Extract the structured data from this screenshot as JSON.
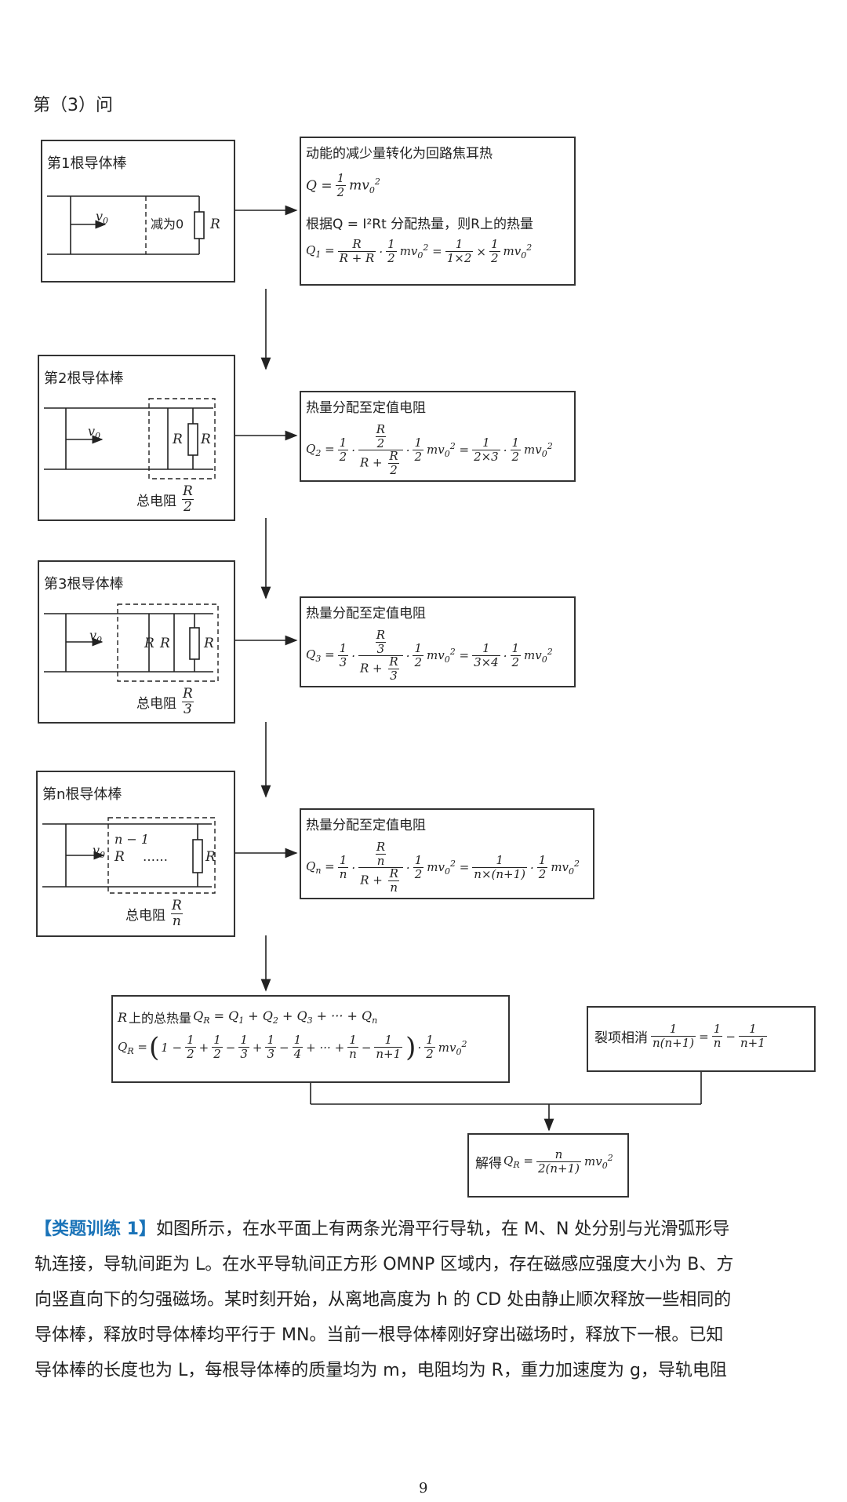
{
  "section_title": "第（3）问",
  "rods": [
    {
      "title": "第1根导体棒",
      "v_label": "v",
      "v_sub": "0",
      "zero_label": "减为0",
      "r_label": "R"
    },
    {
      "title": "第2根导体棒",
      "v_label": "v",
      "v_sub": "0",
      "r_label": "R",
      "total_res_label": "总电阻",
      "frac_num": "R",
      "frac_den": "2"
    },
    {
      "title": "第3根导体棒",
      "v_label": "v",
      "v_sub": "0",
      "r_label": "R",
      "total_res_label": "总电阻",
      "frac_num": "R",
      "frac_den": "3"
    },
    {
      "title": "第n根导体棒",
      "v_label": "v",
      "v_sub": "0",
      "r_label": "R",
      "n_minus_1": "n − 1",
      "dots": "……",
      "total_res_label": "总电阻",
      "frac_num": "R",
      "frac_den": "n"
    }
  ],
  "result_boxes": [
    {
      "line1": "动能的减少量转化为回路焦耳热",
      "line3": "根据Q = I²Rt 分配热量，则R上的热量"
    },
    {
      "line1": "热量分配至定值电阻"
    },
    {
      "line1": "热量分配至定值电阻"
    },
    {
      "line1": "热量分配至定值电阻"
    }
  ],
  "sum_box": {
    "line1": "R上的总热量 Q",
    "line1_sub": "R",
    "line1_rest": " = Q₁ + Q₂ + Q₃ + ··· + Qₙ"
  },
  "cancel_box": {
    "label": "裂项相消"
  },
  "final_box": {
    "label": "解得"
  },
  "exercise": {
    "tag": "【类题训练 1】",
    "lines": [
      "如图所示，在水平面上有两条光滑平行导轨，在 M、N 处分别与光滑弧形导",
      "轨连接，导轨间距为 L。在水平导轨间正方形 OMNP 区域内，存在磁感应强度大小为 B、方",
      "向竖直向下的匀强磁场。某时刻开始，从离地高度为 h 的 CD 处由静止顺次释放一些相同的",
      "导体棒，释放时导体棒均平行于 MN。当前一根导体棒刚好穿出磁场时，释放下一根。已知",
      "导体棒的长度也为 L，每根导体棒的质量均为 m，电阻均为 R，重力加速度为 g，导轨电阻"
    ]
  },
  "page_number": "9"
}
